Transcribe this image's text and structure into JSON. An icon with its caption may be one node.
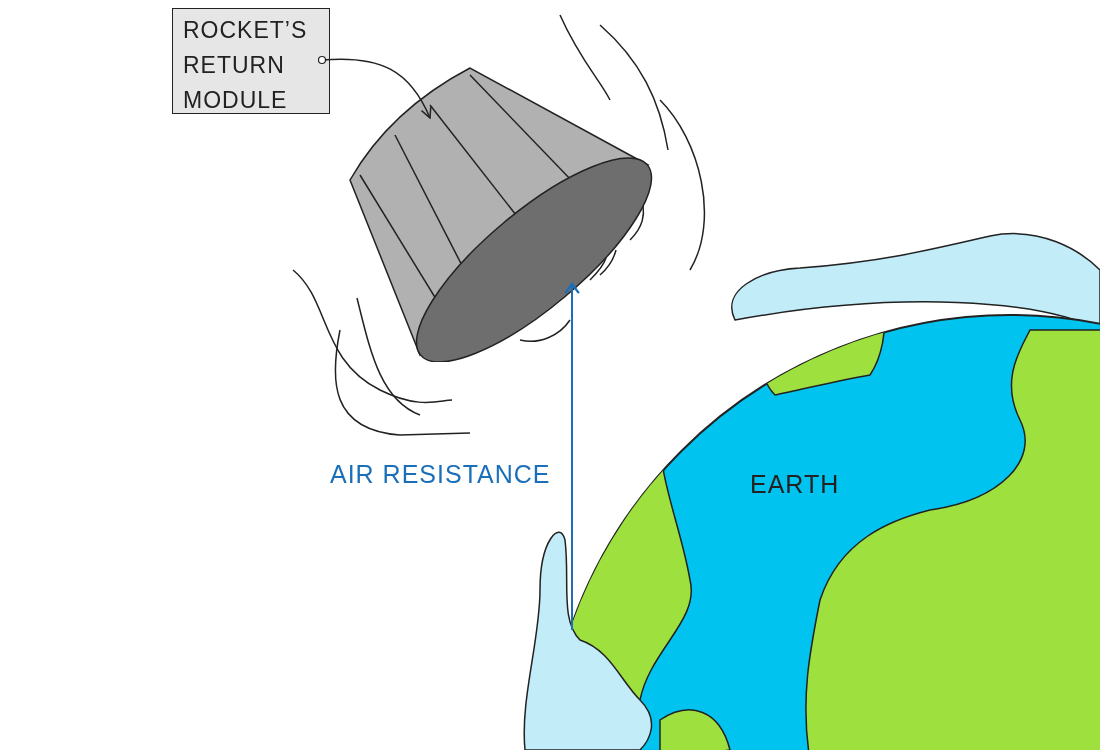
{
  "diagram": {
    "nodes": [
      {
        "text": [
          "ROCKET’S RETURN MODULE"
        ]
      },
      {
        "text": [],
        "shape": "picture"
      }
    ],
    "edges": [
      {
        "from": 0,
        "to": 1,
        "arrow": "to"
      }
    ],
    "labels": [
      "AIR RESISTANCE",
      "EARTH"
    ]
  }
}
